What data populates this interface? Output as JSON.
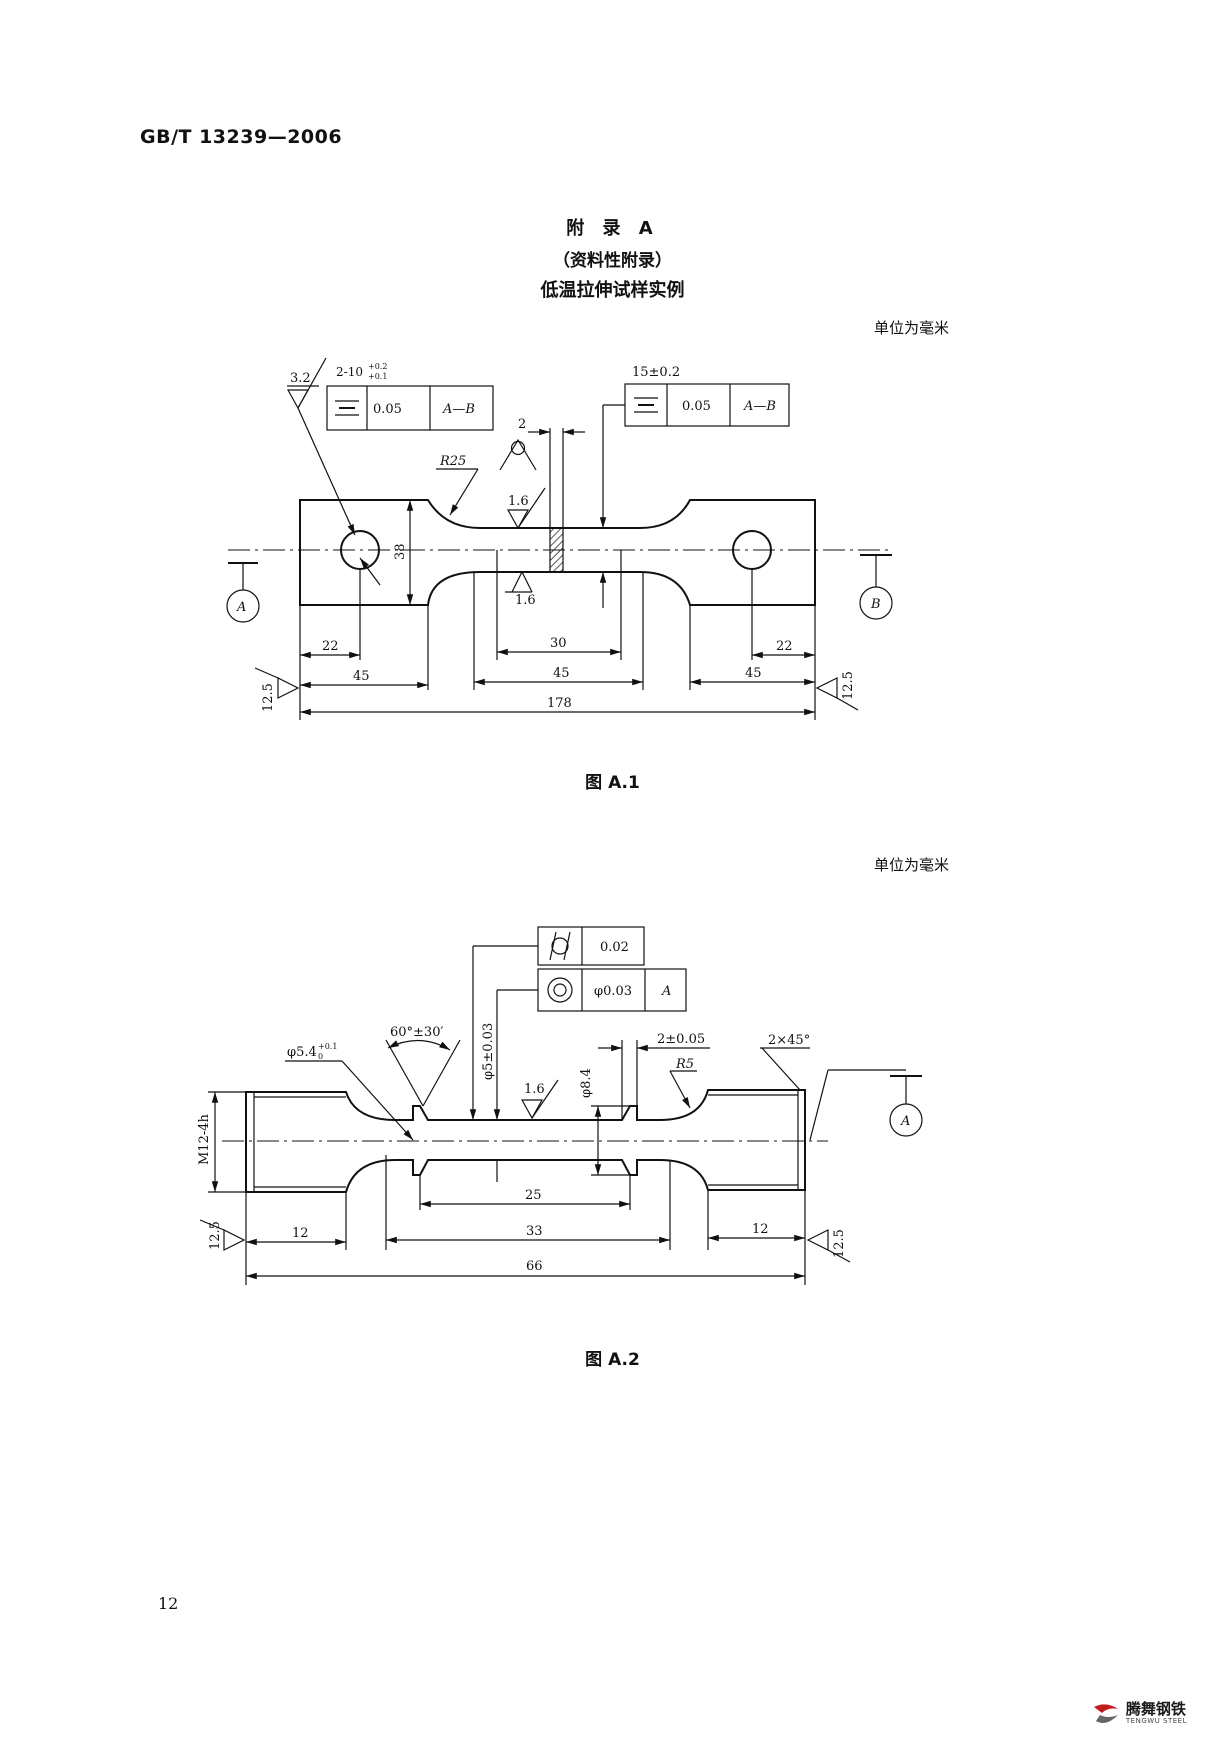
{
  "header": {
    "standard_no": "GB/T 13239—2006"
  },
  "appendix": {
    "title": "附 录 A",
    "subtitle": "（资料性附录）",
    "heading": "低温拉伸试样实例"
  },
  "unit_note": "单位为毫米",
  "fig1": {
    "caption": "图 A.1",
    "labels": {
      "rough_3_2": "3.2",
      "holes": "2-10",
      "holes_tol_up": "+0.2",
      "holes_tol_low": "+0.1",
      "sym_tol_left": "0.05",
      "datum_left": "A—B",
      "dim_15": "15±0.2",
      "sym_tol_right": "0.05",
      "datum_right": "A—B",
      "dim_2": "2",
      "r25": "R25",
      "rough_1_6_top": "1.6",
      "rough_1_6_bot": "1.6",
      "dim_38": "38",
      "datum_a": "A",
      "datum_b": "B",
      "dim_22_left": "22",
      "dim_30": "30",
      "dim_22_right": "22",
      "rough_12_5_left": "12.5",
      "dim_45_left": "45",
      "dim_45_mid": "45",
      "dim_45_right": "45",
      "rough_12_5_right": "12.5",
      "dim_178": "178"
    }
  },
  "fig2": {
    "caption": "图 A.2",
    "labels": {
      "cyl_tol": "0.02",
      "conc_tol": "φ0.03",
      "conc_datum": "A",
      "dia_54": "φ5.4",
      "dia_54_up": "+0.1",
      "dia_54_low": "0",
      "angle": "60°±30′",
      "dia_5": "φ5±0.03",
      "rough_1_6": "1.6",
      "dia_84": "φ8.4",
      "dim_2": "2±0.05",
      "r5": "R5",
      "chamfer": "2×45°",
      "datum_a": "A",
      "thread": "M12-4h",
      "rough_12_5_left": "12.5",
      "dim_12_left": "12",
      "dim_25": "25",
      "dim_33": "33",
      "dim_12_right": "12",
      "rough_12_5_right": "12.5",
      "dim_66": "66"
    }
  },
  "page_number": "12",
  "logo": {
    "name": "腾舞钢铁",
    "sub": "TENGWU STEEL"
  }
}
